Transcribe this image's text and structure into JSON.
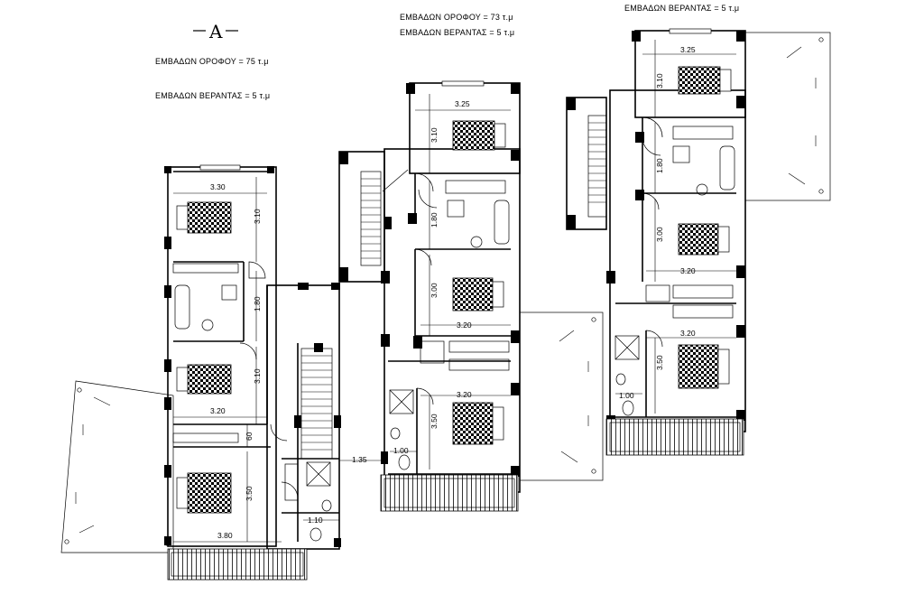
{
  "title_mark": "A",
  "units": {
    "A": {
      "floor_area": "ΕΜΒΑΔΩΝ ΟΡΟΦΟΥ   = 75 τ.μ",
      "veranda_area": "ΕΜΒΑΔΩΝ ΒΕΡΑΝΤΑΣ  = 5 τ.μ"
    },
    "B": {
      "floor_area": "ΕΜΒΑΔΩΝ ΟΡΟΦΟΥ   = 73 τ.μ",
      "veranda_area": "ΕΜΒΑΔΩΝ ΒΕΡΑΝΤΑΣ  = 5 τ.μ"
    },
    "C": {
      "veranda_area": "ΕΜΒΑΔΩΝ ΒΕΡΑΝΤΑΣ = 5 τ.μ"
    }
  },
  "dimensions": {
    "A": {
      "w1": "3.30",
      "h1": "3.10",
      "h2": "1.80",
      "h3": "3.10",
      "w2": "3.20",
      "h4": "60",
      "h5": "3.50",
      "w3": "3.80",
      "w4": "1.10",
      "w5": "1.35"
    },
    "B": {
      "w1": "3.25",
      "h1": "3.10",
      "h2": "1.80",
      "h3": "3.00",
      "w2": "3.20",
      "w3": "3.20",
      "h4": "3.50",
      "w4": "1.00"
    },
    "C": {
      "w1": "3.25",
      "h1": "3.10",
      "h2": "1.80",
      "h3": "3.00",
      "w2": "3.20",
      "w3": "3.20",
      "h4": "3.50",
      "w4": "1.00"
    }
  }
}
